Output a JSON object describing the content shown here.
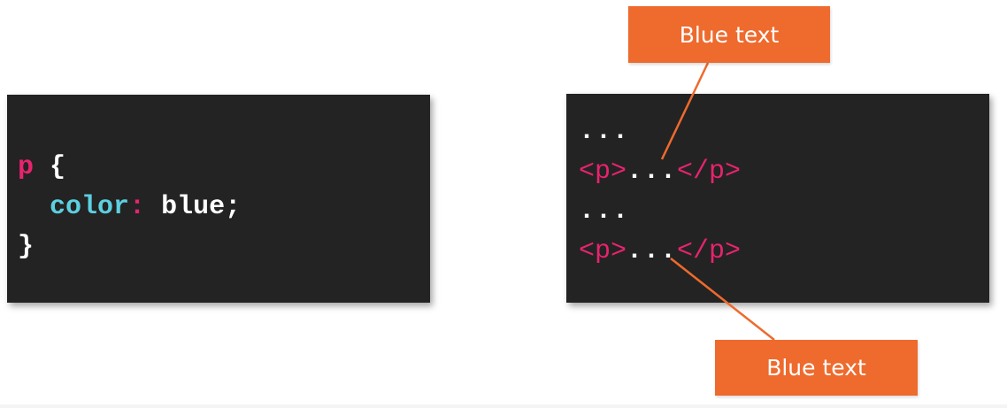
{
  "css_panel": {
    "selector": "p",
    "open_brace": "{",
    "property": "color",
    "colon": ":",
    "value": "blue;",
    "close_brace": "}"
  },
  "html_panel": {
    "lines": [
      {
        "dots": "..."
      },
      {
        "open_tag": "<p>",
        "content": "...",
        "close_tag": "</p>"
      },
      {
        "dots": "..."
      },
      {
        "open_tag": "<p>",
        "content": "...",
        "close_tag": "</p>"
      }
    ]
  },
  "callouts": {
    "top": "Blue text",
    "bottom": "Blue text"
  },
  "colors": {
    "panel_background": "#232323",
    "selector": "#e8236e",
    "property": "#5ccfe0",
    "callout": "#ee6a2d",
    "connector": "#ee6a2d"
  }
}
